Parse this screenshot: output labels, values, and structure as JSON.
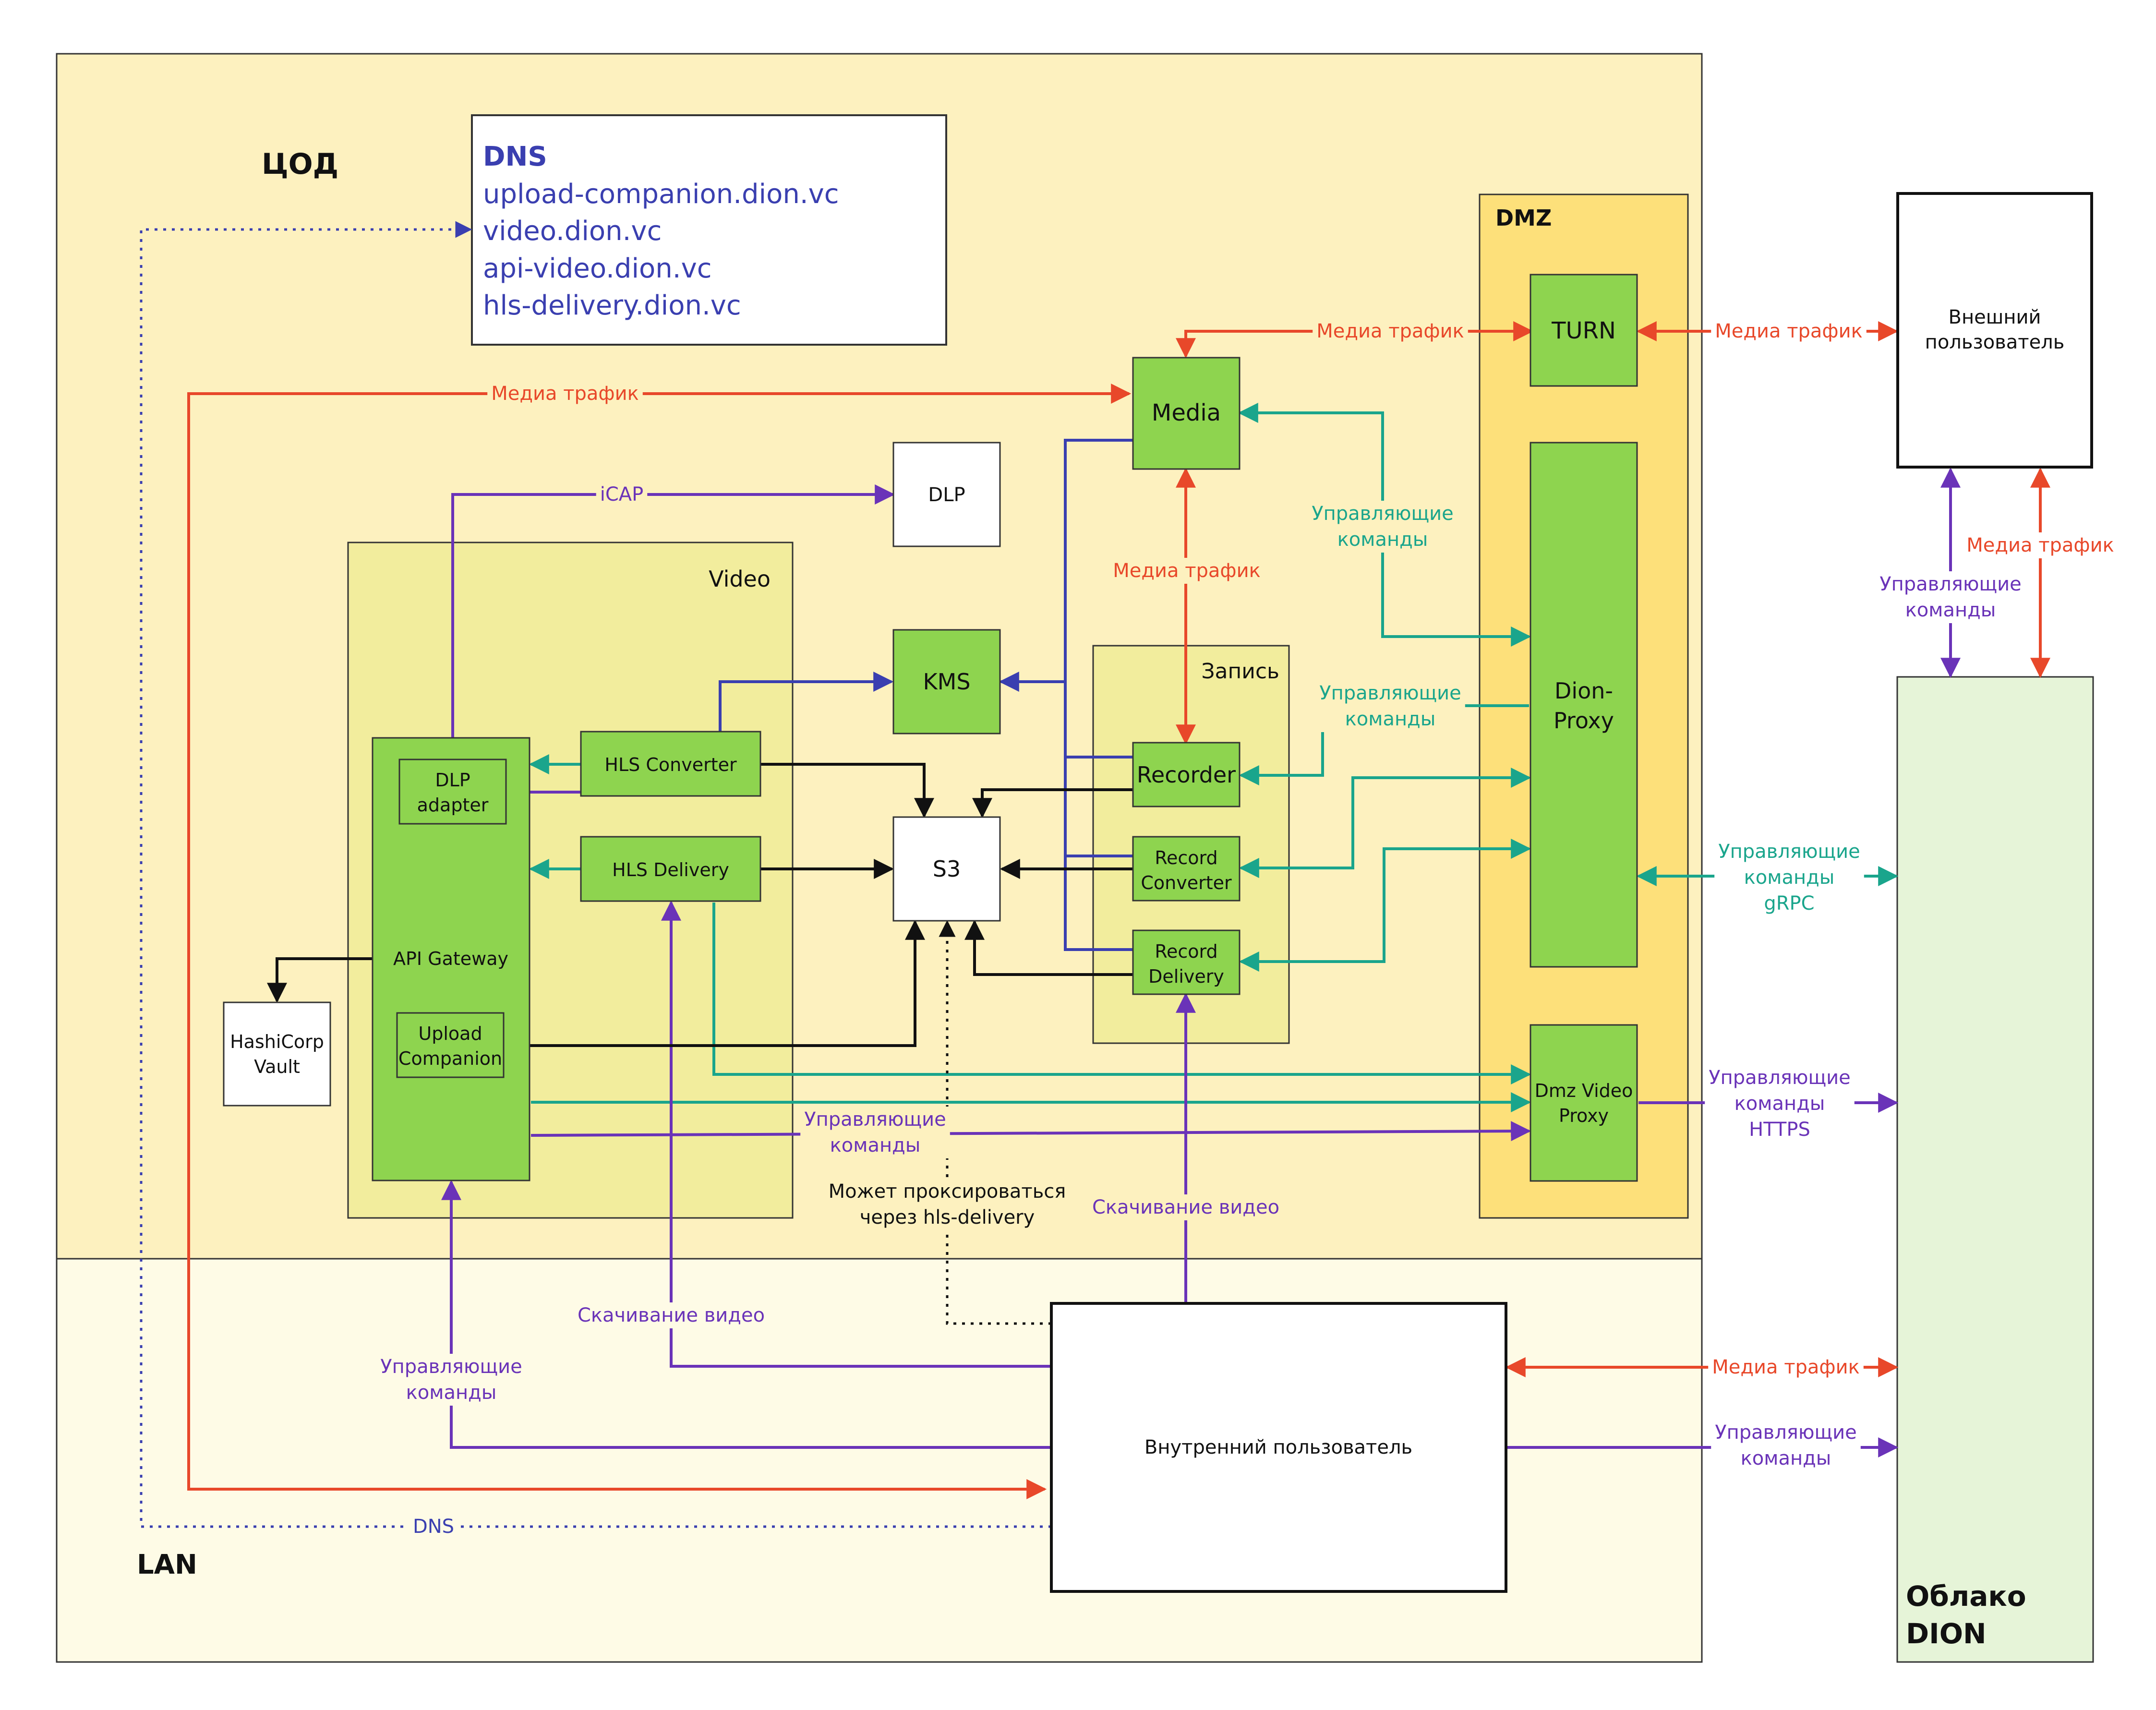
{
  "zones": {
    "cod": "ЦОД",
    "lan": "LAN",
    "dmz": "DMZ",
    "cloud": "Облако\nDION",
    "video": "Video",
    "record": "Запись"
  },
  "dns_box": {
    "title": "DNS",
    "lines": [
      "upload-companion.dion.vc",
      "video.dion.vc",
      "api-video.dion.vc",
      "hls-delivery.dion.vc"
    ]
  },
  "nodes": {
    "turn": "TURN",
    "external_user": "Внешний\nпользователь",
    "media": "Media",
    "dlp": "DLP",
    "kms": "KMS",
    "dion_proxy": "Dion-\nProxy",
    "recorder": "Recorder",
    "record_converter": "Record\nConverter",
    "record_delivery": "Record\nDelivery",
    "s3": "S3",
    "hls_converter": "HLS Converter",
    "hls_delivery": "HLS Delivery",
    "dlp_adapter": "DLP\nadapter",
    "api_gateway": "API Gateway",
    "upload_companion": "Upload\nCompanion",
    "vault": "HashiCorp\nVault",
    "dmz_video_proxy": "Dmz Video\nProxy",
    "internal_user": "Внутренний пользователь"
  },
  "labels": {
    "media_traffic": "Медиа трафик",
    "control": "Управляющие\nкоманды",
    "control_grpc": "Управляющие\nкоманды\ngRPC",
    "control_https": "Управляющие\nкоманды\nHTTPS",
    "icap": "iCAP",
    "dns": "DNS",
    "download_video": "Скачивание видео",
    "proxy_note": "Может проксироваться\nчерез hls-delivery"
  },
  "colors": {
    "cod_zone": "#fdf1bf",
    "lan_zone": "#fefbe6",
    "dmz_zone": "#fde07a",
    "video_zone": "#f2ed9d",
    "cloud_zone": "#e6f4d8",
    "node_green": "#8ed44f",
    "media_arrow": "#e8482a",
    "control_arrow": "#1aa58c",
    "purple_arrow": "#6a33b8",
    "blue_arrow": "#3a3fb0",
    "black_arrow": "#111111",
    "dns_text": "#3a3fb0"
  }
}
